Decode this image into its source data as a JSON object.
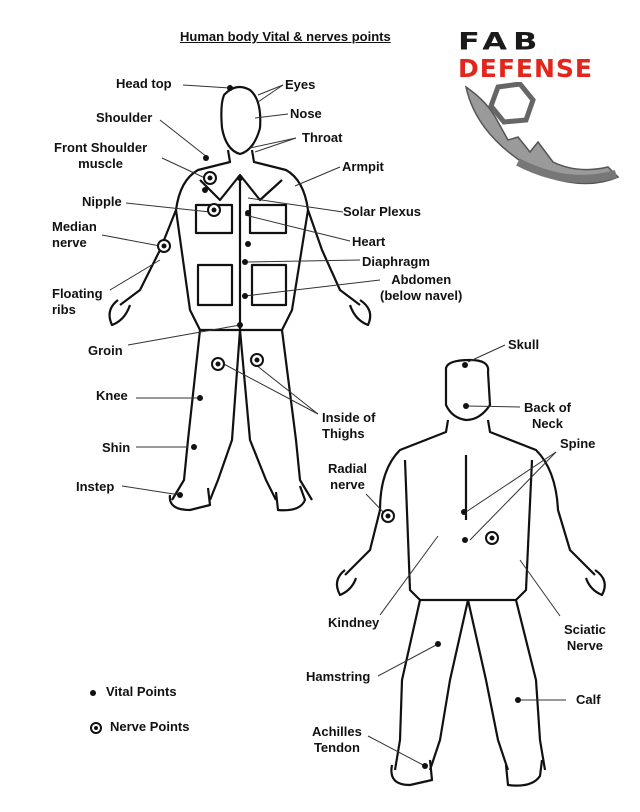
{
  "title": "Human body Vital & nerves points",
  "logo": {
    "line1": "FAB",
    "line2": "DEFENSE",
    "brand_red": "#e3261c",
    "brand_black": "#1a1a1a",
    "product_icon": "knuckle-tool-icon"
  },
  "front_labels": {
    "head_top": "Head top",
    "eyes": "Eyes",
    "shoulder": "Shoulder",
    "nose": "Nose",
    "throat": "Throat",
    "front_shoulder_1": "Front Shoulder",
    "front_shoulder_2": "muscle",
    "armpit": "Armpit",
    "nipple": "Nipple",
    "solar_plexus": "Solar Plexus",
    "median_1": "Median",
    "median_2": "nerve",
    "heart": "Heart",
    "diaphragm": "Diaphragm",
    "abdomen_1": "Abdomen",
    "abdomen_2": "(below navel)",
    "floating_1": "Floating",
    "floating_2": "ribs",
    "groin": "Groin",
    "knee": "Knee",
    "inside_thighs_1": "Inside of",
    "inside_thighs_2": "Thighs",
    "shin": "Shin",
    "instep": "Instep"
  },
  "back_labels": {
    "skull": "Skull",
    "back_neck_1": "Back of",
    "back_neck_2": "Neck",
    "spine": "Spine",
    "radial_1": "Radial",
    "radial_2": "nerve",
    "kidney": "Kindney",
    "sciatic_1": "Sciatic",
    "sciatic_2": "Nerve",
    "hamstring": "Hamstring",
    "calf": "Calf",
    "achilles_1": "Achilles",
    "achilles_2": "Tendon"
  },
  "legend": {
    "vital": "Vital Points",
    "nerve": "Nerve Points"
  }
}
